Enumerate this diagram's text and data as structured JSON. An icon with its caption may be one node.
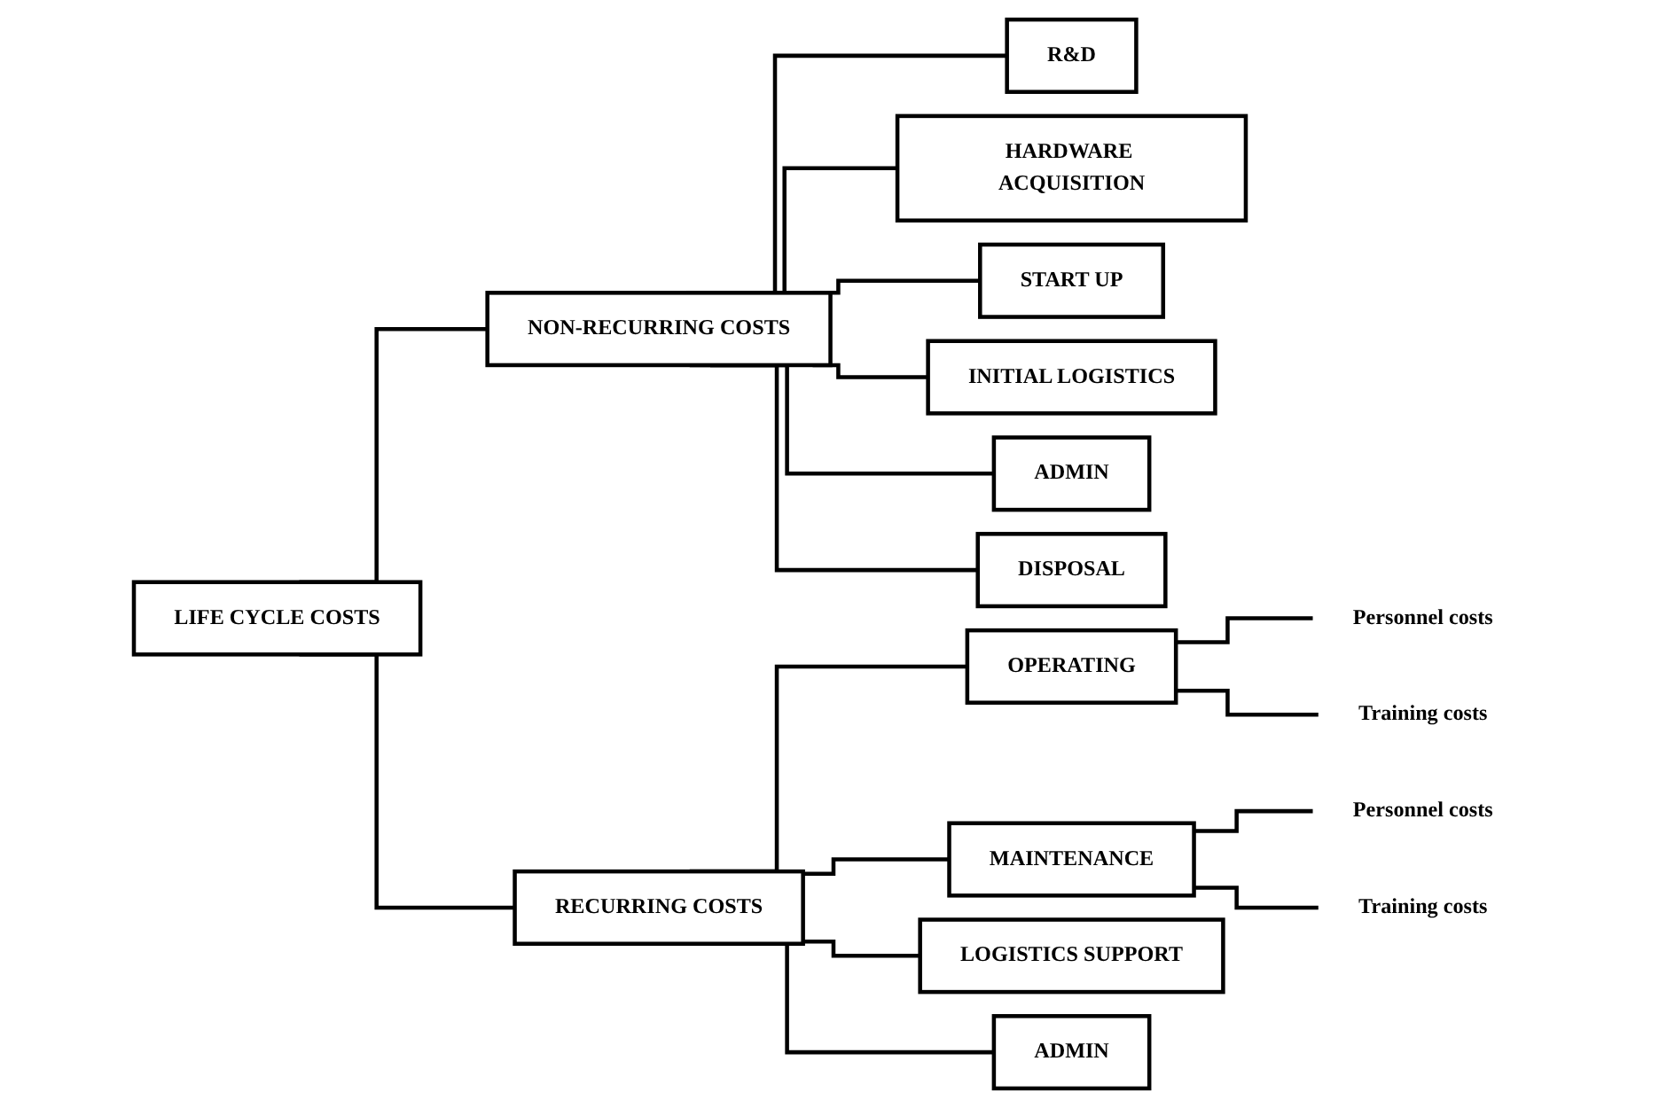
{
  "diagram": {
    "nodes": [
      {
        "text": [
          "LIFE CYCLE COSTS"
        ]
      },
      {
        "text": [
          "NON-RECURRING COSTS"
        ]
      },
      {
        "text": [
          "R&D"
        ]
      },
      {
        "text": [
          "HARDWARE ACQUISITION"
        ]
      },
      {
        "text": [
          "START UP"
        ]
      },
      {
        "text": [
          "INITIAL LOGISTICS"
        ]
      },
      {
        "text": [
          "ADMIN"
        ]
      },
      {
        "text": [
          "DISPOSAL"
        ]
      },
      {
        "text": [
          "RECURRING COSTS"
        ]
      },
      {
        "text": [
          "OPERATING"
        ]
      },
      {
        "text": [
          "Personnel costs"
        ]
      },
      {
        "text": [
          "Training costs"
        ]
      },
      {
        "text": [
          "MAINTENANCE"
        ]
      },
      {
        "text": [
          "Personnel costs"
        ]
      },
      {
        "text": [
          "Training costs"
        ]
      },
      {
        "text": [
          "LOGISTICS SUPPORT"
        ]
      },
      {
        "text": [
          "ADMIN"
        ]
      }
    ],
    "edges": [
      {
        "from": 0,
        "to": 1,
        "arrow": "none"
      },
      {
        "from": 0,
        "to": 8,
        "arrow": "none"
      },
      {
        "from": 1,
        "to": 2,
        "arrow": "none"
      },
      {
        "from": 1,
        "to": 3,
        "arrow": "none"
      },
      {
        "from": 1,
        "to": 4,
        "arrow": "none"
      },
      {
        "from": 1,
        "to": 5,
        "arrow": "none"
      },
      {
        "from": 1,
        "to": 6,
        "arrow": "none"
      },
      {
        "from": 1,
        "to": 7,
        "arrow": "none"
      },
      {
        "from": 8,
        "to": 9,
        "arrow": "none"
      },
      {
        "from": 8,
        "to": 12,
        "arrow": "none"
      },
      {
        "from": 8,
        "to": 15,
        "arrow": "none"
      },
      {
        "from": 8,
        "to": 16,
        "arrow": "none"
      },
      {
        "from": 9,
        "to": 10,
        "arrow": "none"
      },
      {
        "from": 9,
        "to": 11,
        "arrow": "none"
      },
      {
        "from": 12,
        "to": 13,
        "arrow": "none"
      },
      {
        "from": 12,
        "to": 14,
        "arrow": "none"
      }
    ]
  }
}
